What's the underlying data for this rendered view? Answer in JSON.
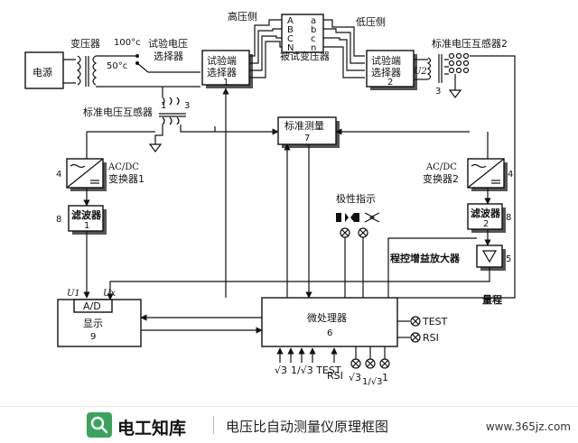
{
  "labels": {
    "grid": "电源",
    "regulator": "变压器",
    "v100": "100°c",
    "v50": "50°c",
    "test_sel_1": "试验电压",
    "test_sel_2": "选择器",
    "std_pt_left": "标准电压互感器",
    "n1": "1",
    "n3": "3",
    "high_side": "高压侧",
    "low_side": "低压侧",
    "tap_a": "A",
    "tap_b": "B",
    "tap_c": "C",
    "tap_n": "N",
    "tap_a2": "a",
    "tap_b2": "b",
    "tap_c2": "c",
    "tap_n2": "n",
    "tested_xfmr": "被试变压器",
    "test_sel_box_1": "试验端",
    "test_sel_box_2": "选择器",
    "test_sel_box_num": "1",
    "low_sel_box_1": "试验端",
    "low_sel_box_2": "选择器",
    "low_sel_box_num": "2",
    "u2": "U2",
    "std_pt_right": "标准电压互感器2",
    "n3b": "3",
    "std_meas": "标准测量",
    "std_meas_num": "7",
    "acdc1_1": "AC/DC",
    "acdc1_2": "变换器1",
    "acdc2_1": "AC/DC",
    "acdc2_2": "变换器2",
    "n4": "4",
    "n4b": "4",
    "filter1": "滤波器",
    "filter1_num": "1",
    "filter2": "滤波器",
    "filter2_num": "2",
    "n8": "8",
    "n8b": "8",
    "polarity": "极性指示",
    "pga": "程控增益放大器",
    "n5": "5",
    "range": "量程",
    "u1_in": "U1",
    "ux_in": "Ux",
    "adc": "A/D",
    "display": "显示",
    "display_num": "9",
    "mcu": "微处理器",
    "mcu_num": "6",
    "test_out": "TEST",
    "rsi_out": "RSI",
    "in_sqrt3": "√3",
    "in_inv_sqrt3_test": "1/√3 TEST",
    "in_rsi": "RSI",
    "in_sqrt3b": "√3",
    "in_inv_sqrt3": "1/√3",
    "in_one": "1"
  },
  "footer": {
    "brand": "电工知库",
    "caption": "电压比自动测量仪原理框图",
    "website": "www.365jz.com"
  },
  "colors": {
    "brand_green": "#3aa35d"
  },
  "icons": {
    "brand": "search-icon"
  }
}
